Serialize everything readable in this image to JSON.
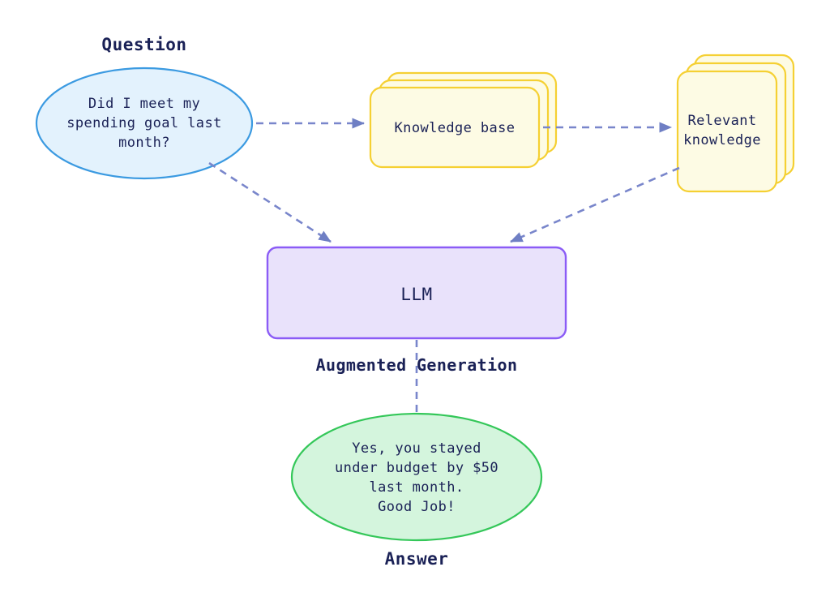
{
  "diagram": {
    "title": "Retrieval Augmented Generation flow",
    "background": "#ffffff",
    "colors": {
      "question_fill": "#e3f2fd",
      "question_stroke": "#3b9ae1",
      "card_fill": "#fdfbe4",
      "card_stroke": "#f5d033",
      "llm_fill": "#e9e2fb",
      "llm_stroke": "#8b5cf6",
      "answer_fill": "#d4f5dd",
      "answer_stroke": "#34c759",
      "edge": "#7986cb",
      "text": "#1a2156"
    },
    "headings": {
      "question": "Question",
      "answer": "Answer"
    },
    "nodes": {
      "question": {
        "shape": "ellipse",
        "lines": [
          "Did I meet my",
          "spending goal last",
          "month?"
        ]
      },
      "knowledge_base": {
        "shape": "card-stack",
        "stack_count": 3,
        "lines": [
          "Knowledge base"
        ]
      },
      "relevant_knowledge": {
        "shape": "card-stack",
        "stack_count": 3,
        "lines": [
          "Relevant",
          "knowledge"
        ]
      },
      "llm": {
        "shape": "rounded-rect",
        "lines": [
          "LLM"
        ]
      },
      "answer": {
        "shape": "ellipse",
        "lines": [
          "Yes, you stayed",
          "under budget by $50",
          "last month.",
          "Good Job!"
        ]
      }
    },
    "edges": [
      {
        "id": "question-to-knowledge-base",
        "from": "question",
        "to": "knowledge_base",
        "style": "dashed",
        "label": ""
      },
      {
        "id": "knowledge-base-to-relevant-knowledge",
        "from": "knowledge_base",
        "to": "relevant_knowledge",
        "style": "dashed",
        "label": ""
      },
      {
        "id": "question-to-llm",
        "from": "question",
        "to": "llm",
        "style": "dashed",
        "label": ""
      },
      {
        "id": "relevant-knowledge-to-llm",
        "from": "relevant_knowledge",
        "to": "llm",
        "style": "dashed",
        "label": ""
      },
      {
        "id": "llm-to-answer",
        "from": "llm",
        "to": "answer",
        "style": "dashed",
        "label": "Augmented Generation"
      }
    ],
    "edge_labels": {
      "augmented_generation": "Augmented Generation"
    }
  }
}
